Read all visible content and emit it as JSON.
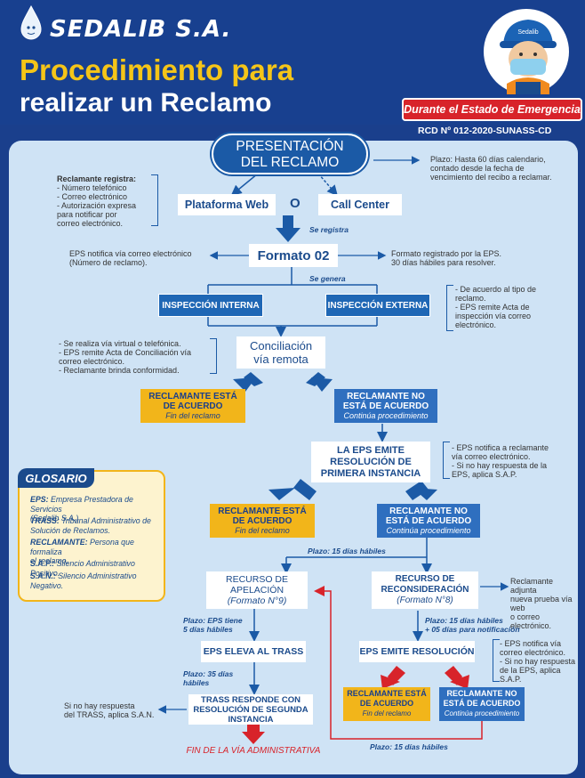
{
  "header": {
    "brand": "SEDALIB S.A.",
    "title_line1": "Procedimiento para",
    "title_line2": "realizar un Reclamo",
    "emergency_badge": "Durante el Estado de Emergencia",
    "resolution_ref": "RCD Nº 012-2020-SUNASS-CD",
    "mascot_cap_text": "Sedalib"
  },
  "flow": {
    "start": {
      "line1": "PRESENTACIÓN",
      "line2": "DEL RECLAMO"
    },
    "start_note": [
      "Plazo: Hasta 60 días calendario,",
      "contado desde la fecha de",
      "vencimiento del recibo a reclamar."
    ],
    "registrant_note": {
      "title": "Reclamante registra:",
      "items": [
        "- Número telefónico",
        "- Correo electrónico",
        "- Autorización expresa",
        "  para notificar por",
        "  correo electrónico."
      ]
    },
    "channel_web": "Plataforma Web",
    "channel_or": "O",
    "channel_call": "Call Center",
    "registered_label": "Se registra",
    "format": "Formato 02",
    "format_left_note": [
      "EPS notifica vía correo electrónico",
      "(Número de reclamo)."
    ],
    "format_right_note": [
      "Formato registrado por la EPS.",
      "30 días hábiles para resolver."
    ],
    "generated_label": "Se genera",
    "inspection_internal": "INSPECCIÓN INTERNA",
    "inspection_external": "INSPECCIÓN EXTERNA",
    "inspection_note": [
      "- De acuerdo al tipo de",
      "  reclamo.",
      "- EPS remite Acta de",
      "  inspección vía correo",
      "  electrónico."
    ],
    "conciliation": {
      "line1": "Conciliación",
      "line2": "vía remota"
    },
    "conciliation_note": [
      "- Se realiza vía virtual o telefónica.",
      "- EPS remite Acta de Conciliación vía",
      "  correo electrónico.",
      "- Reclamante brinda conformidad."
    ],
    "agree1": {
      "line1": "RECLAMANTE ESTÁ",
      "line2": "DE ACUERDO",
      "sub": "Fin del reclamo"
    },
    "disagree1": {
      "line1": "RECLAMANTE NO",
      "line2": "ESTÁ DE ACUERDO",
      "sub": "Continúa procedimiento"
    },
    "first_resolution": {
      "line1": "LA EPS EMITE",
      "line2": "RESOLUCIÓN DE",
      "line3": "PRIMERA INSTANCIA"
    },
    "first_resolution_note": [
      "- EPS notifica a reclamante",
      "  vía correo electrónico.",
      "- Si no hay respuesta de la",
      "  EPS, aplica S.A.P."
    ],
    "agree2": {
      "line1": "RECLAMANTE ESTÁ",
      "line2": "DE ACUERDO",
      "sub": "Fin del reclamo"
    },
    "disagree2": {
      "line1": "RECLAMANTE NO",
      "line2": "ESTÁ DE ACUERDO",
      "sub": "Continúa procedimiento"
    },
    "term_15": "Plazo: 15 días hábiles",
    "appeal": {
      "line1": "RECURSO DE",
      "line2": "APELACIÓN",
      "sub": "(Formato N°9)"
    },
    "reconsideration": {
      "line1": "RECURSO DE",
      "line2": "RECONSIDERACIÓN",
      "sub": "(Formato N°8)"
    },
    "reconsideration_note": [
      "Reclamante adjunta",
      "nueva prueba vía web",
      "o correo electrónico."
    ],
    "appeal_term": [
      "Plazo: EPS tiene",
      "5 días hábiles"
    ],
    "recon_term": [
      "Plazo: 15 días hábiles",
      "+ 05 días para notificación"
    ],
    "eps_trass": "EPS ELEVA AL TRASS",
    "eps_resolution": "EPS EMITE RESOLUCIÓN",
    "eps_resolution_note": [
      "- EPS notifica vía",
      "  correo electrónico.",
      "- Si no hay respuesta",
      "  de la EPS, aplica",
      "  S.A.P."
    ],
    "trass_term": [
      "Plazo: 35 días",
      "hábiles"
    ],
    "trass_response": {
      "line1": "TRASS RESPONDE CON",
      "line2": "RESOLUCIÓN DE SEGUNDA",
      "line3": "INSTANCIA"
    },
    "trass_note": [
      "Si no hay respuesta",
      "del TRASS, aplica S.A.N."
    ],
    "agree3": {
      "line1": "RECLAMANTE ESTÁ",
      "line2": "DE ACUERDO",
      "sub": "Fin del reclamo"
    },
    "disagree3": {
      "line1": "RECLAMANTE NO",
      "line2": "ESTÁ DE ACUERDO",
      "sub": "Continúa procedimiento"
    },
    "bottom_term": "Plazo: 15 días hábiles",
    "end": "FIN DE LA VÍA ADMINISTRATIVA"
  },
  "glossary": {
    "title": "GLOSARIO",
    "entries": [
      {
        "term": "EPS:",
        "def": "Empresa Prestadora de Servicios",
        "def2": "(Sedalib S.A.)"
      },
      {
        "term": "TRASS:",
        "def": "Tribunal Administrativo de",
        "def2": "Solución de Reclamos."
      },
      {
        "term": "RECLAMANTE:",
        "def": "Persona que formaliza",
        "def2": "el reclamo."
      },
      {
        "term": "S.A.P.:",
        "def": "Silencio Administrativo Positivo.",
        "def2": ""
      },
      {
        "term": "S.A.N.:",
        "def": "Silencio Administrativo Negativo.",
        "def2": ""
      }
    ]
  },
  "colors": {
    "navy": "#18408f",
    "blue": "#1f67b5",
    "yellow": "#f2b51a",
    "red": "#d8232a",
    "panel": "#cfe3f5"
  }
}
